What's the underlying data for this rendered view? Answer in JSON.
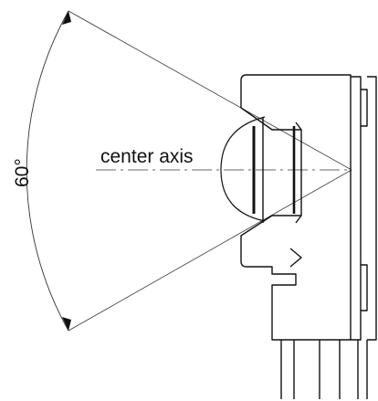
{
  "diagram": {
    "axis_label": "center axis",
    "angle_label": "60°",
    "angle_degrees": 60
  },
  "colors": {
    "stroke": "#111111",
    "thin_line": "#333333",
    "background": "#ffffff"
  }
}
